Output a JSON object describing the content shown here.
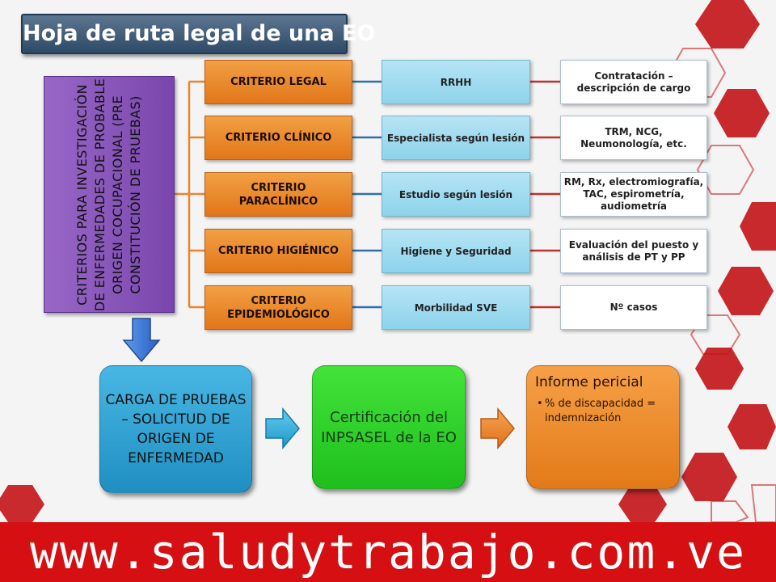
{
  "title": "Hoja de ruta legal de una EO",
  "root_label": "CRITERIOS PARA INVESTIGACIÓN DE ENFERMEDADES DE PROBABLE ORIGEN COCUPACIONAL (PRE CONSTITUCIÓN DE PRUEBAS)",
  "rows": [
    {
      "criterion": "CRITERIO LEGAL",
      "actor": "RRHH",
      "detail": "Contratación – descripción de cargo"
    },
    {
      "criterion": "CRITERIO CLÍNICO",
      "actor": "Especialista según lesión",
      "detail": "TRM, NCG, Neumonología, etc."
    },
    {
      "criterion": "CRITERIO PARACLÍNICO",
      "actor": "Estudio según lesión",
      "detail": "RM, Rx, electromiografía, TAC, espirometría, audiometría"
    },
    {
      "criterion": "CRITERIO HIGIÉNICO",
      "actor": "Higiene y Seguridad",
      "detail": "Evaluación del puesto y análisis de PT y PP"
    },
    {
      "criterion": "CRITERIO EPIDEMIOLÓGICO",
      "actor": "Morbilidad SVE",
      "detail": "Nº casos"
    }
  ],
  "steps": {
    "step1": "CARGA DE PRUEBAS – SOLICITUD DE ORIGEN DE ENFERMEDAD",
    "step2": "Certificación del INPSASEL de la EO",
    "step3_title": "Informe pericial",
    "step3_bullet": "% de discapacidad = indemnización"
  },
  "footer_url": "www.saludytrabajo.com.ve",
  "colors": {
    "title_bg": "#3c5673",
    "root_bg": "#8a57ba",
    "criterion_bg": "#ea8a2e",
    "actor_bg": "#a3dcf1",
    "detail_border": "#a9bdd6",
    "step1_bg": "#2fa3d4",
    "step2_bg": "#2ecf2a",
    "step3_bg": "#ee8c2e",
    "footer_bg": "#d50f12",
    "connector_orange": "#e8862c",
    "connector_blue": "#2f6fb0",
    "connector_red": "#c0302c",
    "arrow_blue": "#3a78d8",
    "arrow_cyan": "#35b6e2",
    "arrow_orange": "#f0882a"
  }
}
